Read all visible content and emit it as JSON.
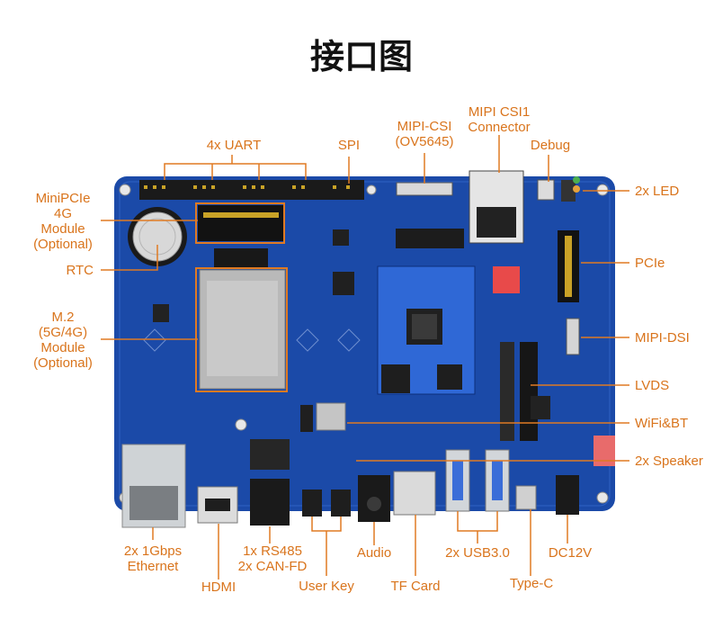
{
  "title": "接口图",
  "colors": {
    "label": "#d9741c",
    "board": "#1b4aa8",
    "leader": "#e07a22"
  },
  "labels": {
    "uart": "4x UART",
    "spi": "SPI",
    "mipi_csi_1": "MIPI-CSI",
    "mipi_csi_2": "(OV5645)",
    "mipi_csi1_1": "MIPI CSI1",
    "mipi_csi1_2": "Connector",
    "debug": "Debug",
    "led": "2x LED",
    "minipcie_1": "MiniPCIe",
    "minipcie_2": "4G",
    "minipcie_3": "Module",
    "minipcie_4": "(Optional)",
    "rtc": "RTC",
    "pcie": "PCIe",
    "m2_1": "M.2",
    "m2_2": "(5G/4G)",
    "m2_3": "Module",
    "m2_4": "(Optional)",
    "mipi_dsi": "MIPI-DSI",
    "lvds": "LVDS",
    "wifi_bt": "WiFi&BT",
    "speaker": "2x Speaker",
    "ethernet_1": "2x 1Gbps",
    "ethernet_2": "Ethernet",
    "hdmi": "HDMI",
    "rs485_1": "1x RS485",
    "rs485_2": "2x CAN-FD",
    "user_key": "User Key",
    "audio": "Audio",
    "tf_card": "TF Card",
    "usb": "2x USB3.0",
    "type_c": "Type-C",
    "dc": "DC12V"
  }
}
